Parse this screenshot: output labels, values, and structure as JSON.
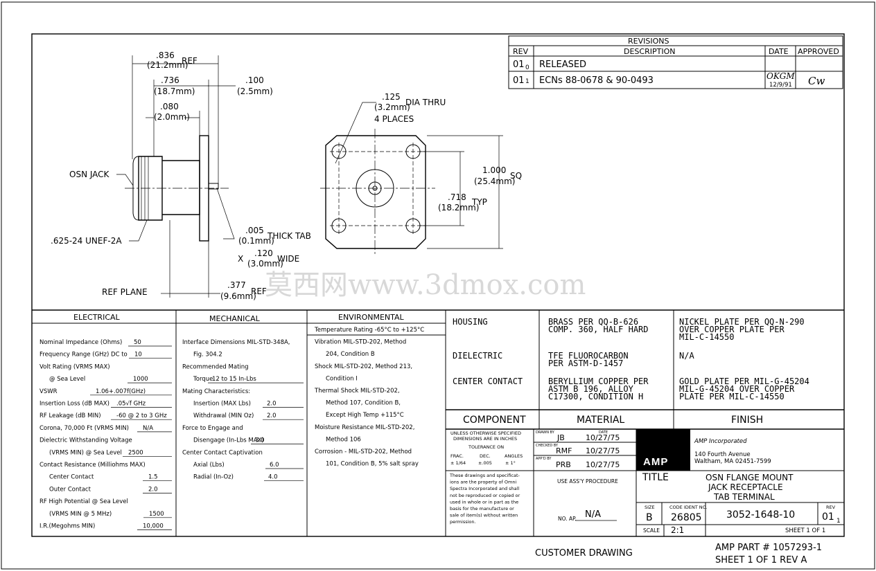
{
  "dimensions": {
    "d836": ".836",
    "d836mm": "(21.2mm)",
    "ref1": "REF",
    "d736": ".736",
    "d736mm": "(18.7mm)",
    "d100": ".100",
    "d100mm": "(2.5mm)",
    "d080": ".080",
    "d080mm": "(2.0mm)",
    "hole": ".125",
    "holemm": "(3.2mm)",
    "hole_note": "DIA THRU",
    "hole_places": "4 PLACES",
    "osn_jack": "OSN JACK",
    "thread": ".625-24 UNEF-2A",
    "d005": ".005",
    "d005mm": "(0.1mm)",
    "thick_tab": "THICK TAB",
    "x": "X",
    "d120": ".120",
    "d120mm": "(3.0mm)",
    "wide": "WIDE",
    "ref_plane": "REF PLANE",
    "d377": ".377",
    "d377mm": "(9.6mm)",
    "ref2": "REF",
    "d1000": "1.000",
    "d1000mm": "(25.4mm)",
    "sq": "SQ",
    "d718": ".718",
    "d718mm": "(18.2mm)",
    "typ": "TYP"
  },
  "revisions": {
    "title": "REVISIONS",
    "headers": [
      "REV",
      "DESCRIPTION",
      "DATE",
      "APPROVED"
    ],
    "rows": [
      {
        "rev": "01",
        "rev_sub": "0",
        "desc": "RELEASED",
        "date_sig": "",
        "date": "",
        "approved": ""
      },
      {
        "rev": "01",
        "rev_sub": "1",
        "desc": "ECNs 88-0678 & 90-0493",
        "date_sig": "OKGM",
        "date": "12/9/91",
        "approved": "Cw"
      }
    ]
  },
  "watermark": "莫西网www.3dmox.com",
  "electrical": {
    "header": "ELECTRICAL",
    "lines": [
      {
        "label": "Nominal Impedance (Ohms)",
        "value": "50"
      },
      {
        "label": "Frequency Range (GHz) DC to",
        "value": "10"
      },
      {
        "label": "Volt Rating (VRMS MAX)",
        "value": ""
      },
      {
        "label": "@ Sea Level",
        "value": "1000"
      },
      {
        "label": "VSWR",
        "value": "1.06+.007f(GHz)"
      },
      {
        "label": "Insertion Loss (dB MAX)",
        "value": ".05√f GHz"
      },
      {
        "label": "RF Leakage (dB MIN)",
        "value": "-60 @ 2 to 3 GHz"
      },
      {
        "label": "Corona, 70,000 Ft (VRMS MIN)",
        "value": "N/A"
      },
      {
        "label": "Dielectric Withstanding Voltage",
        "value": ""
      },
      {
        "label": "(VRMS MIN) @ Sea Level",
        "value": "2500"
      },
      {
        "label": "Contact Resistance (Milliohms MAX)",
        "value": ""
      },
      {
        "label": "Center Contact",
        "value": "1.5"
      },
      {
        "label": "Outer Contact",
        "value": "2.0"
      },
      {
        "label": "RF High Potential @ Sea Level",
        "value": ""
      },
      {
        "label": "(VRMS MIN @ 5 MHz)",
        "value": "1500"
      },
      {
        "label": "I.R.(Megohms MIN)",
        "value": "10,000"
      }
    ]
  },
  "mechanical": {
    "header": "MECHANICAL",
    "lines": [
      {
        "label": "Interface Dimensions MIL-STD-348A,",
        "value": ""
      },
      {
        "label": "Fig. 304.2",
        "value": ""
      },
      {
        "label": "Recommended Mating",
        "value": ""
      },
      {
        "label": "Torque",
        "value": "12 to 15 In-Lbs"
      },
      {
        "label": "Mating Characteristics:",
        "value": ""
      },
      {
        "label": "Insertion (MAX Lbs)",
        "value": "2.0"
      },
      {
        "label": "Withdrawal (MIN Oz)",
        "value": "2.0"
      },
      {
        "label": "Force to Engage and",
        "value": ""
      },
      {
        "label": "Disengage (In-Lbs MAX)",
        "value": "3.0"
      },
      {
        "label": "Center Contact Captivation",
        "value": ""
      },
      {
        "label": "Axial (Lbs)",
        "value": "6.0"
      },
      {
        "label": "Radial (In-Oz)",
        "value": "4.0"
      }
    ]
  },
  "environmental": {
    "header": "ENVIRONMENTAL",
    "lines": [
      "Temperature Rating -65°C to +125°C",
      "Vibration MIL-STD-202, Method",
      "204, Condition B",
      "Shock MIL-STD-202, Method 213,",
      "Condition I",
      "Thermal Shock MIL-STD-202,",
      "Method 107, Condition B,",
      "Except High Temp +115°C",
      "Moisture Resistance MIL-STD-202,",
      "Method 106",
      "Corrosion - MIL-STD-202, Method",
      "101, Condition B, 5% salt spray"
    ]
  },
  "materials": {
    "rows": [
      {
        "component": "HOUSING",
        "material": [
          "BRASS PER QQ-B-626",
          "COMP. 360, HALF HARD"
        ],
        "finish": [
          "NICKEL PLATE PER QQ-N-290",
          "OVER COPPER PLATE PER",
          "MIL-C-14550"
        ]
      },
      {
        "component": "DIELECTRIC",
        "material": [
          "TFE FLUOROCARBON",
          "PER ASTM-D-1457"
        ],
        "finish": [
          "N/A"
        ]
      },
      {
        "component": "CENTER CONTACT",
        "material": [
          "BERYLLIUM COPPER PER",
          "ASTM B 196, ALLOY",
          "C17300, CONDITION H"
        ],
        "finish": [
          "GOLD PLATE PER MIL-G-45204",
          "MIL-G-45204 OVER COPPER",
          "PLATE PER MIL-C-14550"
        ]
      }
    ],
    "headers": [
      "COMPONENT",
      "MATERIAL",
      "FINISH"
    ]
  },
  "titleblock": {
    "tol_lines": [
      "UNLESS OTHERWISE SPECIFIED",
      "DIMENSIONS ARE IN INCHES",
      "TOLERANCE ON"
    ],
    "tol_heads": [
      "FRAC.",
      "DEC.",
      "ANGLES"
    ],
    "tol_vals": [
      "± 1/64",
      "±.005",
      "± 1°"
    ],
    "drawn_by_label": "DRAWN BY",
    "drawn_by": "JB",
    "date_label": "DATE",
    "drawn_date": "10/27/75",
    "checked_label": "CHECKED BY",
    "checked_by": "RMF",
    "checked_date": "10/27/75",
    "appd_label": "APP'D BY",
    "appd_by": "PRB",
    "appd_date": "10/27/75",
    "company": "AMP Incorporated",
    "address1": "140 Fourth Avenue",
    "address2": "Waltham, MA 02451-7599",
    "logo": "AMP",
    "prop_note": [
      "These drawings and specificat-",
      "ions are the property of Omni",
      "Spectra Incorporated and shall",
      "not be reproduced or copied or",
      "used in whole or in part as the",
      "basis for the manufacture or",
      "sale of item(s) without written",
      "permission."
    ],
    "use_assy": "USE ASS'Y PROCEDURE",
    "no_ap_label": "NO. AP.",
    "no_ap": "N/A",
    "title_label": "TITLE",
    "title": [
      "OSN FLANGE MOUNT",
      "JACK RECEPTACLE",
      "TAB TERMINAL"
    ],
    "size_label": "SIZE",
    "size": "B",
    "code_label": "CODE IDENT NO.",
    "code": "26805",
    "dwg_no": "3052-1648-10",
    "rev_label": "REV",
    "rev": "01",
    "rev_sub": "1",
    "scale_label": "SCALE",
    "scale": "2:1",
    "sheet": "SHEET 1 OF 1"
  },
  "footer": {
    "customer": "CUSTOMER DRAWING",
    "amp_part": "AMP PART # 1057293-1",
    "sheet_rev": "SHEET 1 OF 1  REV A"
  }
}
